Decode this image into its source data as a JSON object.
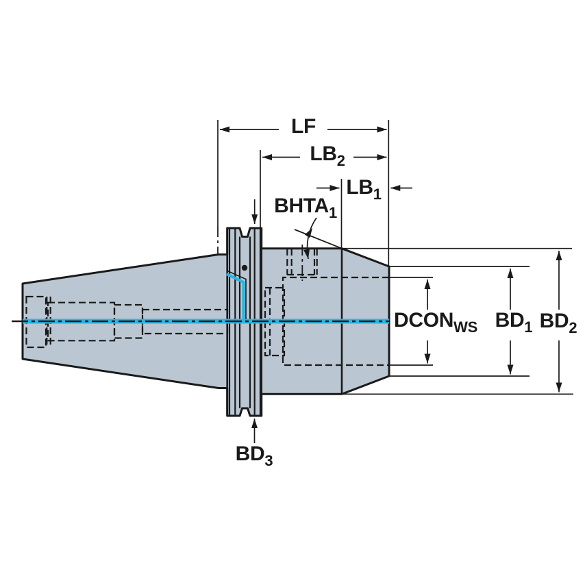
{
  "title": "Tool holder adapter dimension drawing",
  "colors": {
    "background": "#ffffff",
    "body_fill": "#bac7d2",
    "outline": "#1a1a1a",
    "coolant": "#29b6e3"
  },
  "labels": {
    "lf": {
      "base": "LF",
      "sub": ""
    },
    "lb2": {
      "base": "LB",
      "sub": "2"
    },
    "lb1": {
      "base": "LB",
      "sub": "1"
    },
    "bhta1": {
      "base": "BHTA",
      "sub": "1"
    },
    "dcon": {
      "base": "DCON",
      "sub": "WS"
    },
    "bd1": {
      "base": "BD",
      "sub": "1"
    },
    "bd2": {
      "base": "BD",
      "sub": "2"
    },
    "bd3": {
      "base": "BD",
      "sub": "3"
    }
  }
}
